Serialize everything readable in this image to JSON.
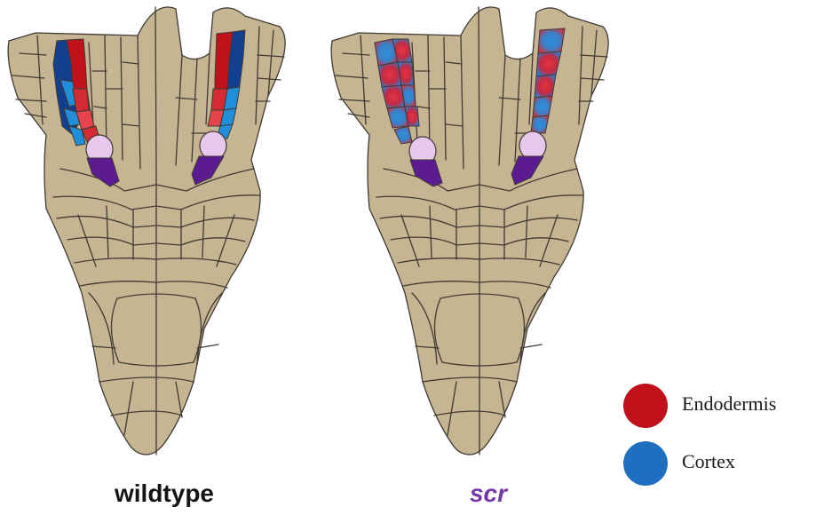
{
  "panels": [
    {
      "label": "wildtype",
      "label_color": "#141414"
    },
    {
      "label": "scr",
      "label_color": "#7438a8"
    }
  ],
  "legend": [
    {
      "label": "Endodermis",
      "color": "#c1121c"
    },
    {
      "label": "Cortex",
      "color": "#1f6fc0"
    }
  ],
  "colors": {
    "tissue": "#c6b593",
    "cell_wall": "#403a34",
    "quiescent_center": "#e9c8ee",
    "initial_cell": "#5c1b91",
    "endodermis": "#d52a34",
    "cortex": "#1f8fdc",
    "dark_blue": "#123f8f"
  }
}
